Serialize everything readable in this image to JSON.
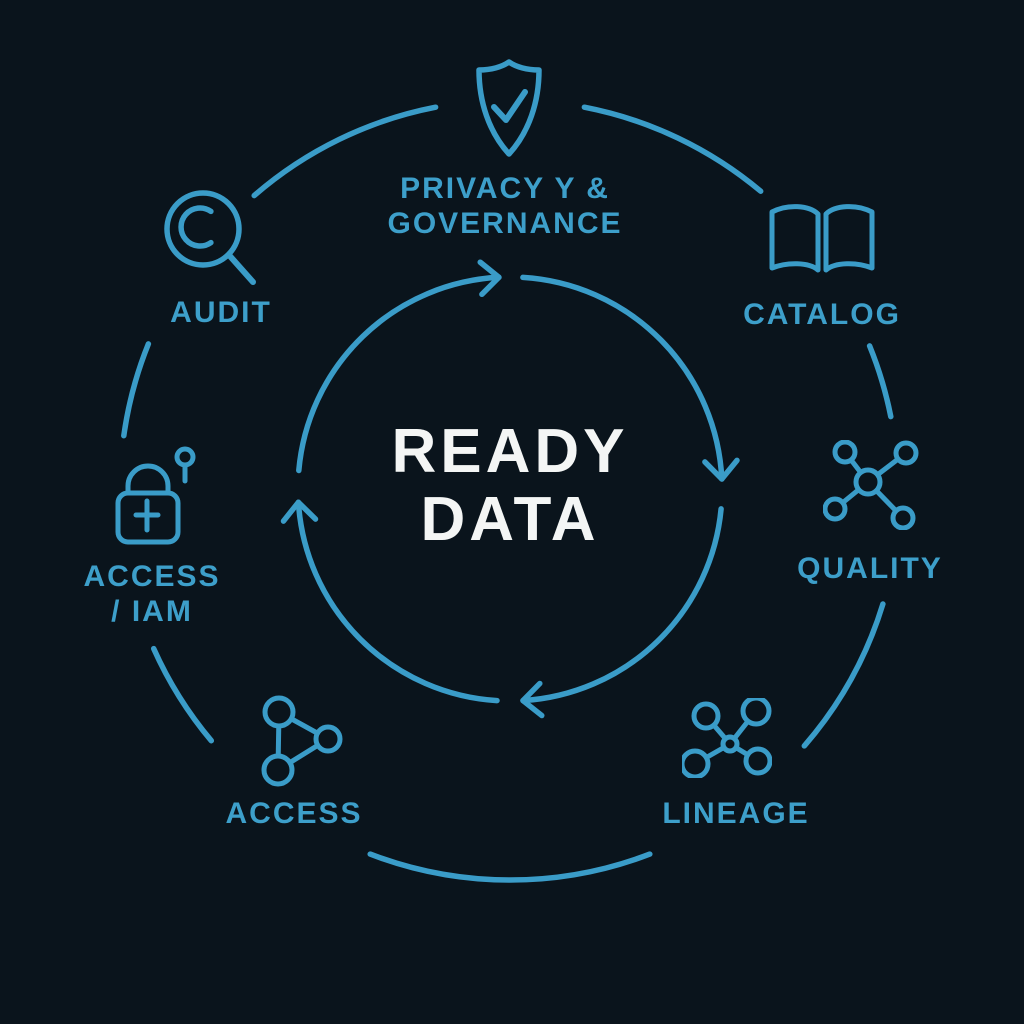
{
  "colors": {
    "background": "#0a141c",
    "line": "#3a9cc8",
    "label": "#3d9fca",
    "center_text": "#f4f6f5"
  },
  "center": {
    "line1": "READY",
    "line2": "DATA"
  },
  "nodes": {
    "privacy": {
      "line1": "PRIVACY Y &",
      "line2": "GOVERNANCE",
      "icon": "shield-check-icon"
    },
    "catalog": {
      "label": "CATALOG",
      "icon": "open-book-icon"
    },
    "quality": {
      "label": "QUALITY",
      "icon": "network-cross-icon"
    },
    "lineage": {
      "label": "LINEAGE",
      "icon": "network-branch-icon"
    },
    "access": {
      "label": "ACCESS",
      "icon": "network-triangle-icon"
    },
    "access_iam": {
      "line1": "ACCESS",
      "line2": "/ IAM",
      "icon": "padlock-key-icon"
    },
    "audit": {
      "label": "AUDIT",
      "icon": "magnifier-c-icon"
    }
  }
}
